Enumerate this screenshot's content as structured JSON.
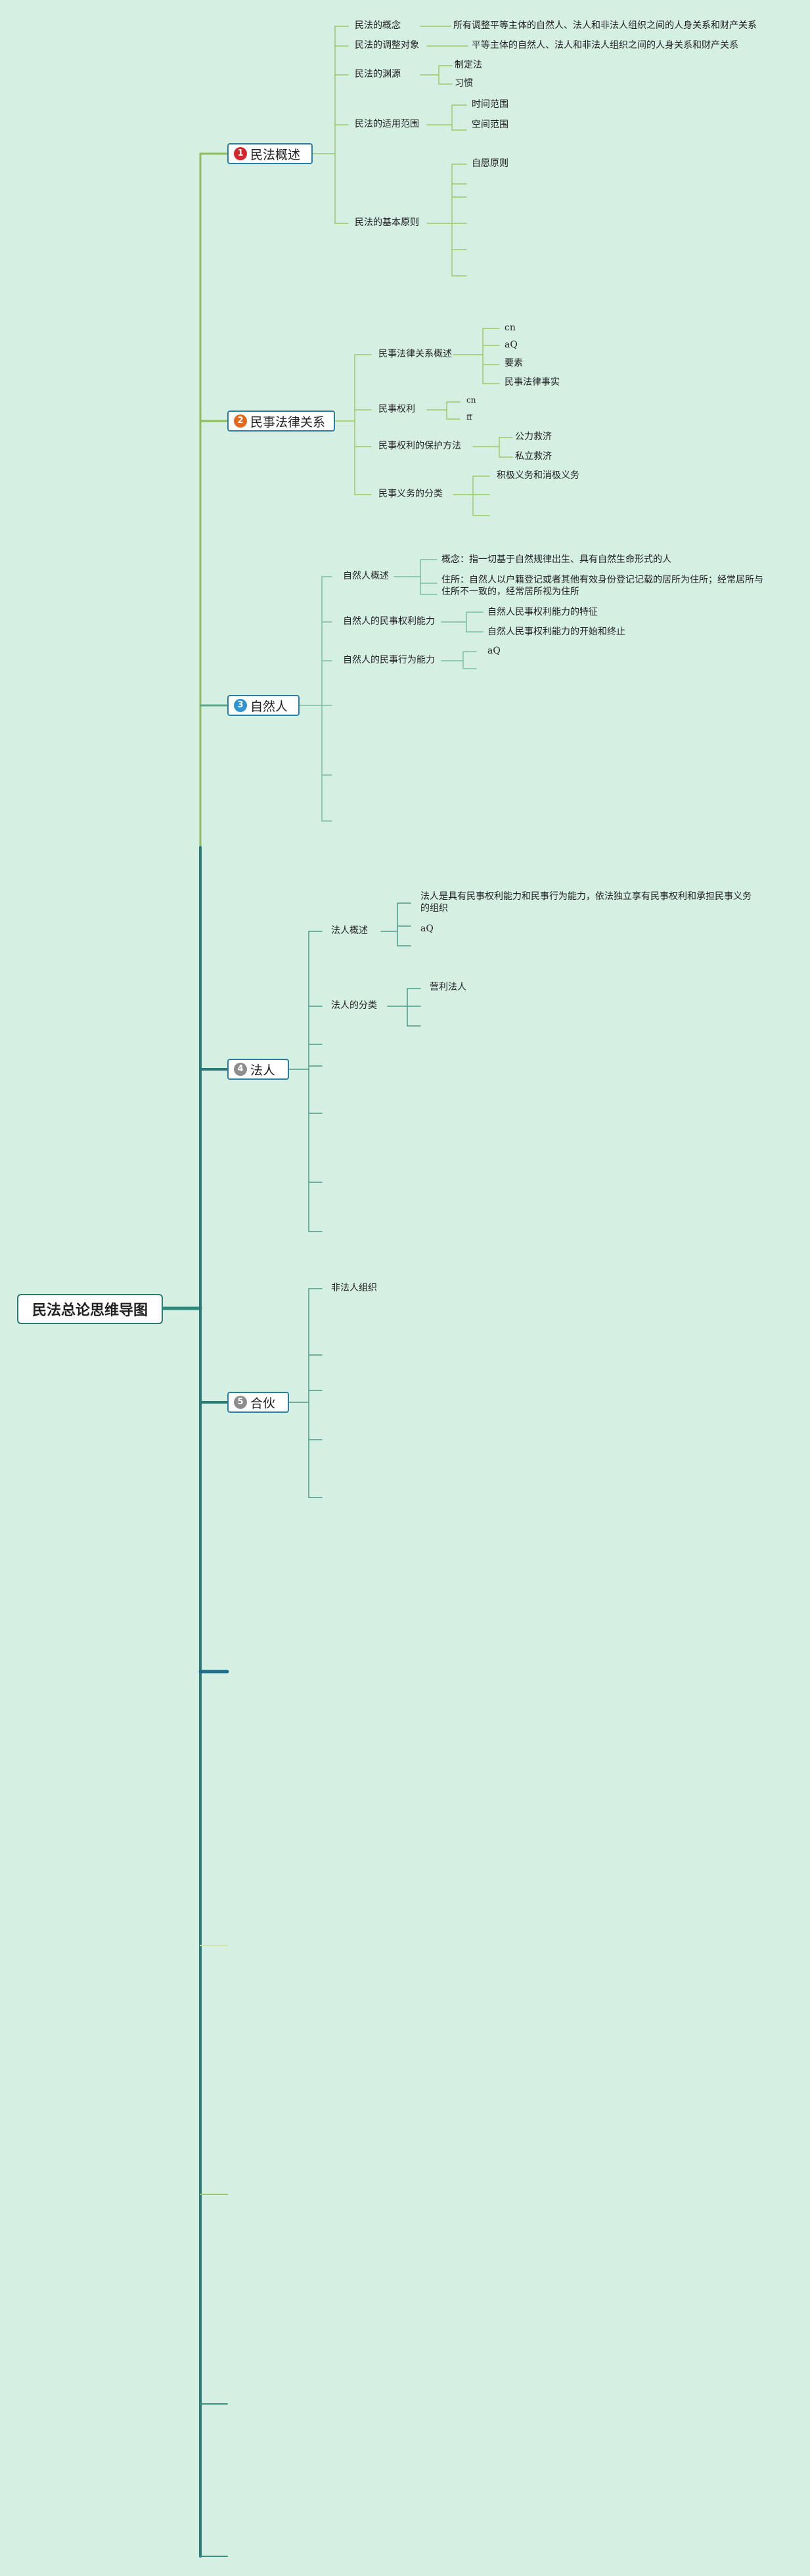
{
  "root": "民法总论思维导图",
  "colors": {
    "background": "#d5efe2",
    "badge1": "#d4262c",
    "badge2": "#e2681c",
    "badge3": "#2e94d2",
    "badge4": "#8d8d8d",
    "badge5": "#8d8d8d"
  },
  "topics": [
    {
      "num": "1",
      "label": "民法概述"
    },
    {
      "num": "2",
      "label": "民事法律关系"
    },
    {
      "num": "3",
      "label": "自然人"
    },
    {
      "num": "4",
      "label": "法人"
    },
    {
      "num": "5",
      "label": "合伙"
    }
  ],
  "t1": {
    "concept": "民法的概念",
    "concept_def": "所有调整平等主体的自然人、法人和非法人组织之间的人身关系和财产关系",
    "object": "民法的调整对象",
    "object_def": "平等主体的自然人、法人和非法人组织之间的人身关系和财产关系",
    "source": "民法的渊源",
    "source_a": "制定法",
    "source_b": "习惯",
    "scope": "民法的适用范围",
    "scope_a": "时间范围",
    "scope_b": "空间范围",
    "principle": "民法的基本原则",
    "principle_a": "自愿原则"
  },
  "t2": {
    "overview": "民事法律关系概述",
    "ov_a": "cn",
    "ov_b": "aQ",
    "ov_c": "要素",
    "ov_d": "民事法律事实",
    "rights": "民事权利",
    "rights_a": "cn",
    "rights_b": "ff",
    "protect": "民事权利的保护方法",
    "protect_a": "公力救济",
    "protect_b": "私立救济",
    "duty": "民事义务的分类",
    "duty_a": "积极义务和消极义务"
  },
  "t3": {
    "overview": "自然人概述",
    "ov_a": "概念：指一切基于自然规律出生、具有自然生命形式的人",
    "ov_b": "住所：自然人以户籍登记或者其他有效身份登记记载的居所为住所；经常居所与住所不一致的，经常居所视为住所",
    "capacity": "自然人的民事权利能力",
    "cap_a": "自然人民事权利能力的特征",
    "cap_b": "自然人民事权利能力的开始和终止",
    "action": "自然人的民事行为能力",
    "act_a": "aQ"
  },
  "t4": {
    "overview": "法人概述",
    "ov_a": "法人是具有民事权利能力和民事行为能力，依法独立享有民事权利和承担民事义务的组织",
    "ov_b": "aQ",
    "types": "法人的分类",
    "types_a": "营利法人"
  },
  "t5": {
    "a": "非法人组织"
  }
}
